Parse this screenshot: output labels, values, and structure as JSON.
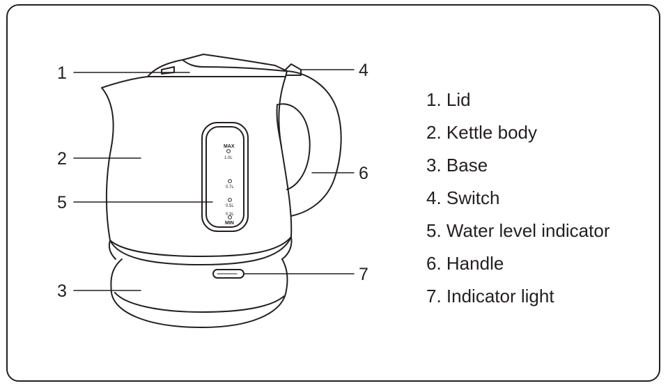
{
  "callouts": {
    "c1": "1",
    "c2": "2",
    "c3": "3",
    "c4": "4",
    "c5": "5",
    "c6": "6",
    "c7": "7"
  },
  "water_scale": {
    "max_label": "MAX",
    "max_volume": "1.0L",
    "mark_07": "0.7L",
    "mark_05": "0.5L",
    "mark_03": "0.3L",
    "min_label": "MIN"
  },
  "legend": {
    "items": [
      "1. Lid",
      "2. Kettle body",
      "3. Base",
      "4. Switch",
      "5. Water level indicator",
      "6. Handle",
      "7. Indicator light"
    ]
  },
  "colors": {
    "ink": "#231f20",
    "background": "#ffffff"
  }
}
